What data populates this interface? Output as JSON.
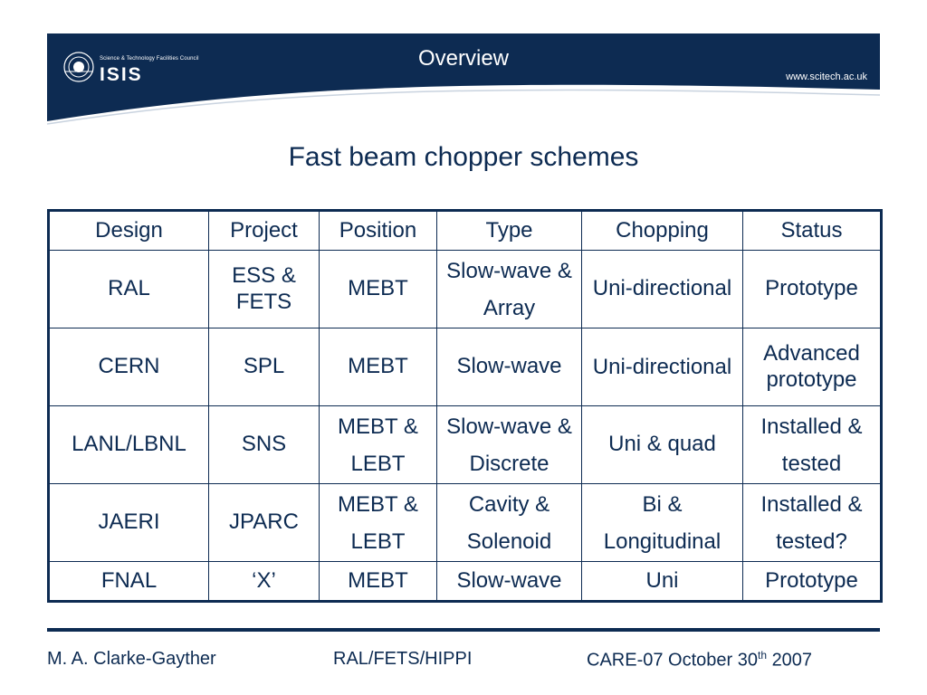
{
  "header": {
    "title": "Overview",
    "logo": {
      "council": "Science & Technology Facilities Council",
      "name": "ISIS"
    },
    "url": "www.scitech.ac.uk",
    "colors": {
      "banner": "#0d2b52",
      "text": "#0d2b52"
    }
  },
  "subtitle": "Fast beam chopper schemes",
  "table": {
    "headers": [
      "Design",
      "Project",
      "Position",
      "Type",
      "Chopping",
      "Status"
    ],
    "rows": [
      [
        "RAL",
        "ESS & FETS",
        "MEBT",
        "Slow-wave & Array",
        "Uni-directional",
        "Prototype"
      ],
      [
        "CERN",
        "SPL",
        "MEBT",
        "Slow-wave",
        "Uni-directional",
        "Advanced prototype"
      ],
      [
        "LANL/LBNL",
        "SNS",
        "MEBT & LEBT",
        "Slow-wave & Discrete",
        "Uni & quad",
        "Installed & tested"
      ],
      [
        "JAERI",
        "JPARC",
        "MEBT & LEBT",
        "Cavity & Solenoid",
        "Bi & Longitudinal",
        "Installed & tested?"
      ],
      [
        "FNAL",
        "‘X’",
        "MEBT",
        "Slow-wave",
        "Uni",
        "Prototype"
      ]
    ]
  },
  "footer": {
    "author": "M. A. Clarke-Gayther",
    "project": "RAL/FETS/HIPPI",
    "event": "CARE-07 October 30",
    "event_sup": "th",
    "event_year": "2007"
  }
}
